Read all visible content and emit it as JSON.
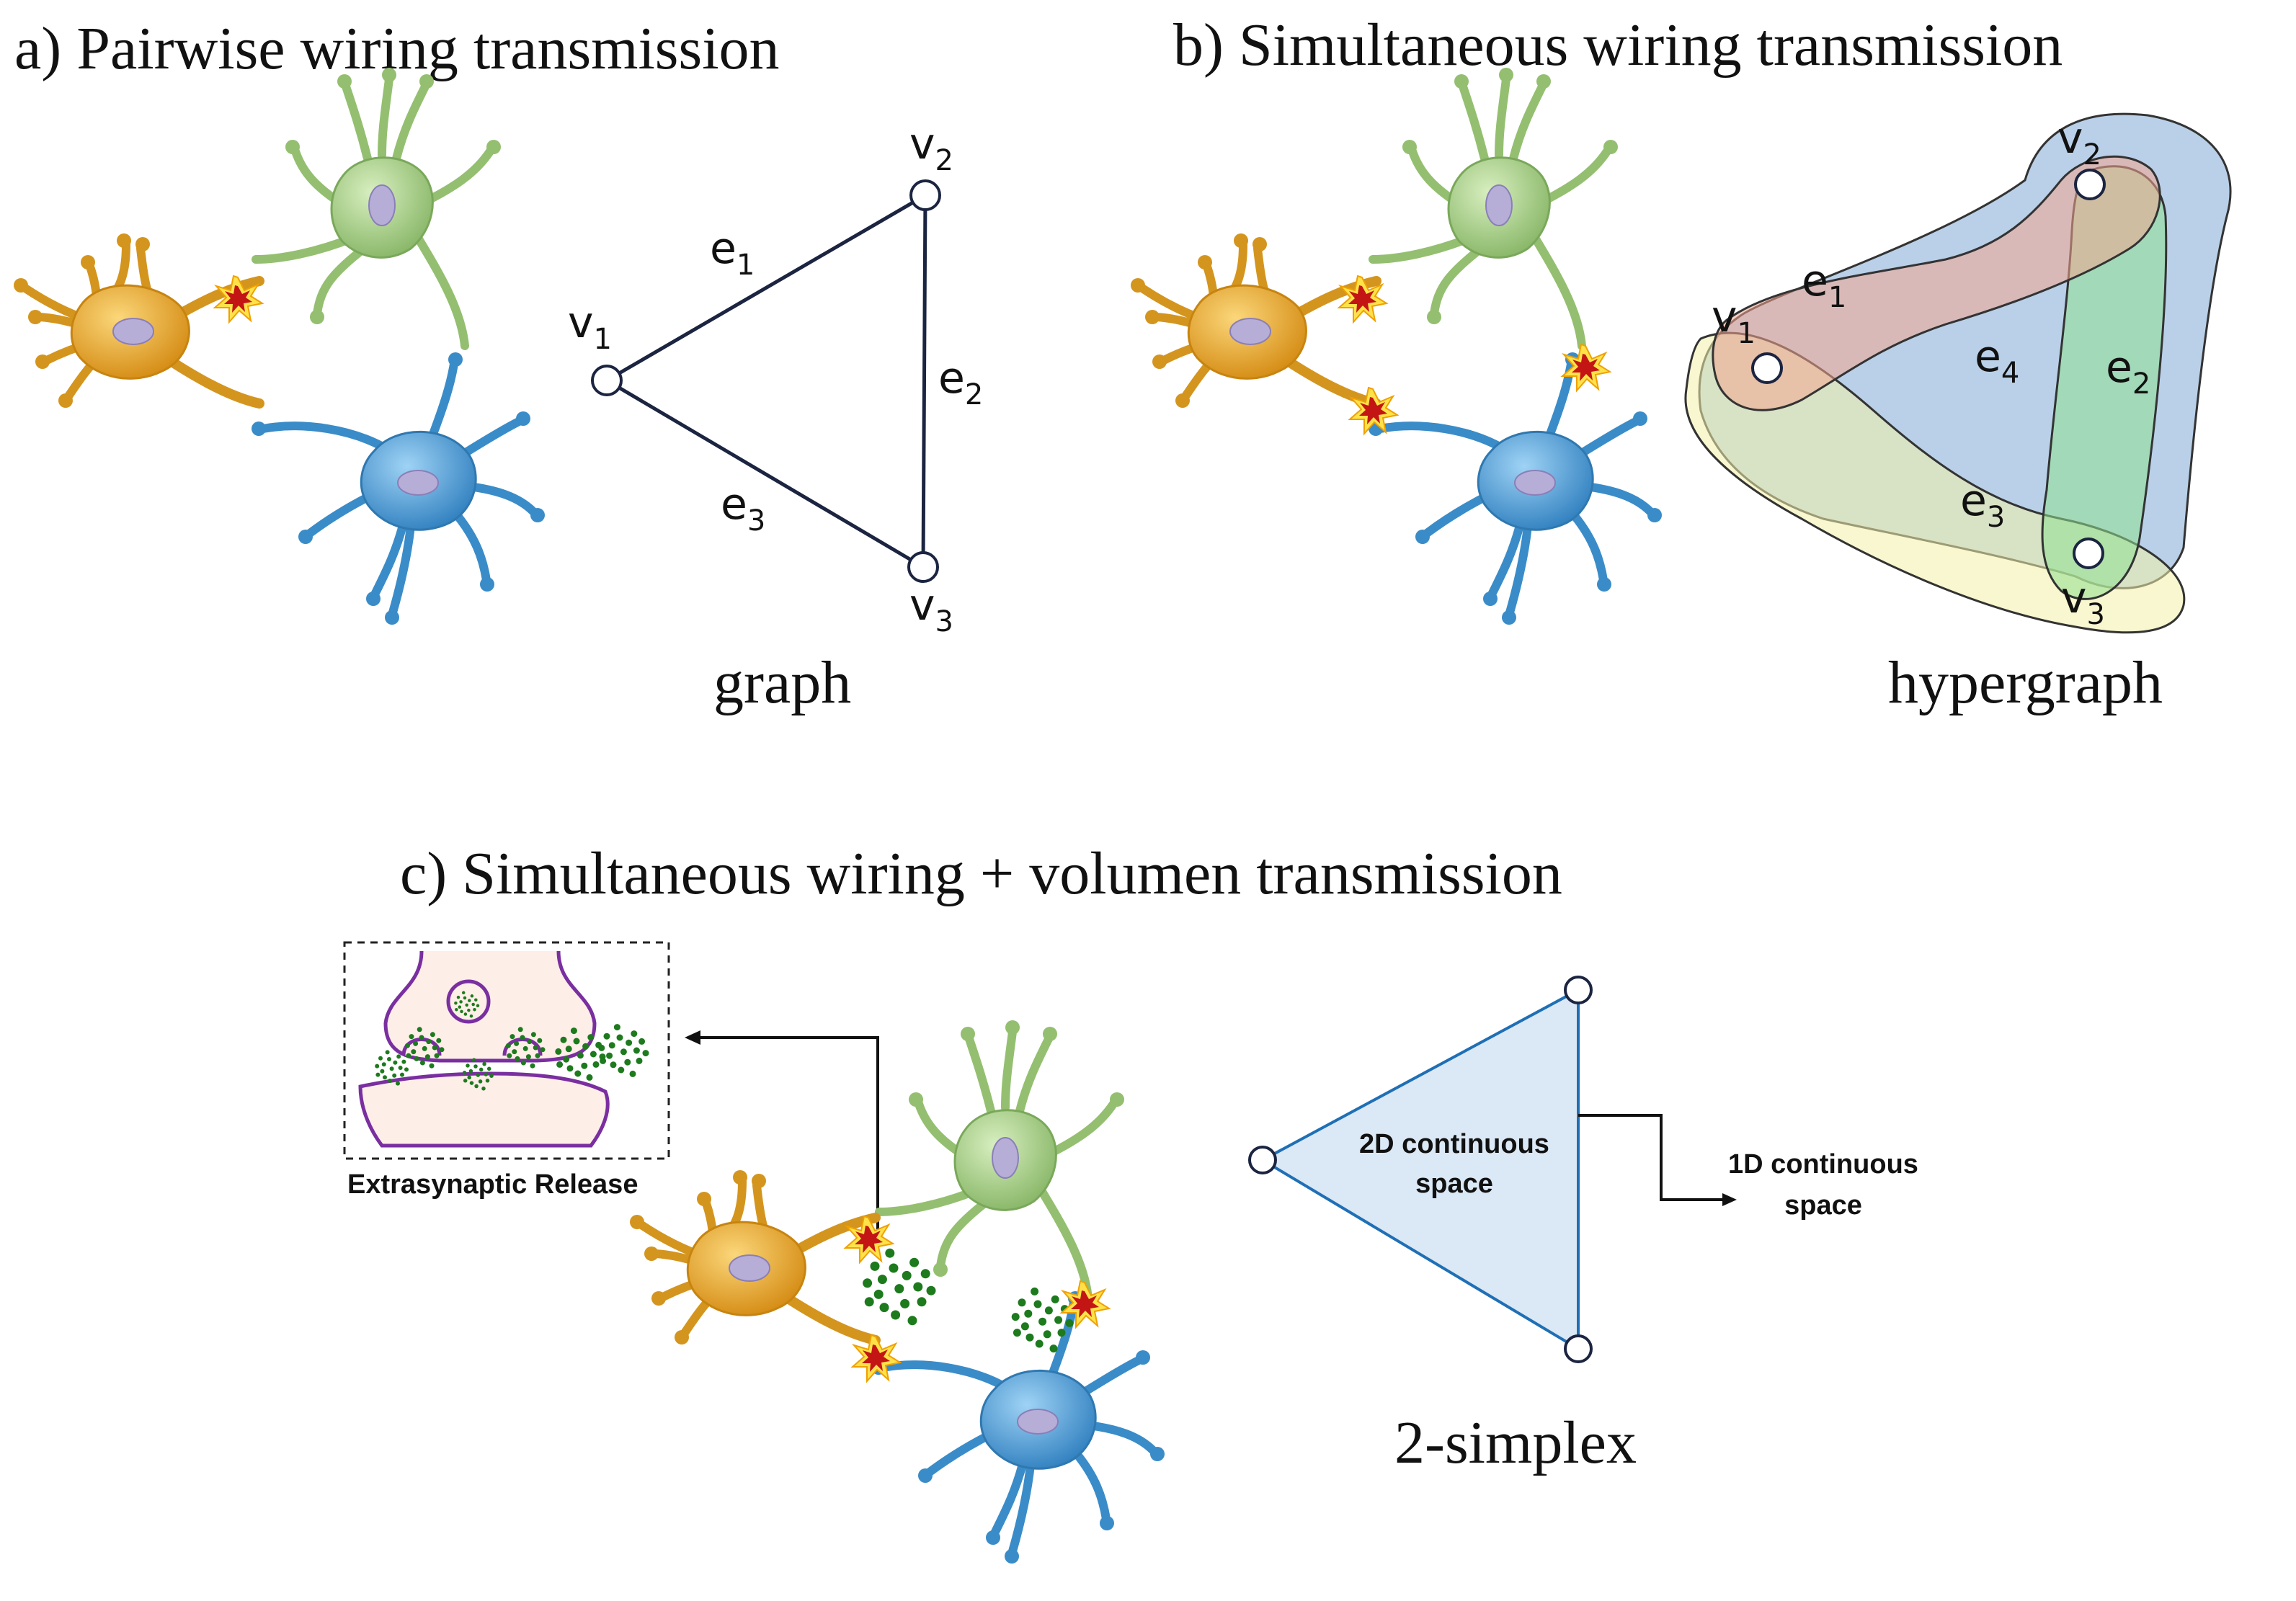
{
  "panel_a": {
    "title": "a) Pairwise wiring transmission",
    "caption": "graph",
    "vertices": [
      {
        "name": "v",
        "sub": "1"
      },
      {
        "name": "v",
        "sub": "2"
      },
      {
        "name": "v",
        "sub": "3"
      }
    ],
    "edges": [
      {
        "name": "e",
        "sub": "1"
      },
      {
        "name": "e",
        "sub": "2"
      },
      {
        "name": "e",
        "sub": "3"
      }
    ]
  },
  "panel_b": {
    "title": "b) Simultaneous wiring transmission",
    "caption": "hypergraph",
    "vertices": [
      {
        "name": "v",
        "sub": "1"
      },
      {
        "name": "v",
        "sub": "2"
      },
      {
        "name": "v",
        "sub": "3"
      }
    ],
    "hyperedges": [
      {
        "name": "e",
        "sub": "1",
        "color": "#f4a68f"
      },
      {
        "name": "e",
        "sub": "2",
        "color": "#8fe08f"
      },
      {
        "name": "e",
        "sub": "3",
        "color": "#f3f0a8"
      },
      {
        "name": "e",
        "sub": "4",
        "color": "#7fa9d6"
      }
    ]
  },
  "panel_c": {
    "title": "c) Simultaneous wiring + volumen transmission",
    "caption": "2-simplex",
    "inset_label": "Extrasynaptic Release",
    "face_label_line1": "2D continuous",
    "face_label_line2": "space",
    "edge_label_line1": "1D continuous",
    "edge_label_line2": "space"
  },
  "colors": {
    "neuron_orange": "#e8a92c",
    "neuron_green": "#a9cf86",
    "neuron_blue": "#4b9fd6",
    "nucleus": "#b7aed8",
    "synapse_burst": "#d42020",
    "simplex_fill": "#dbe8f5",
    "simplex_stroke": "#1f6fb5",
    "vesicle_dots": "#1d7a1d",
    "inset_membrane": "#7a2fa0",
    "inset_fill": "#fdeee8"
  }
}
